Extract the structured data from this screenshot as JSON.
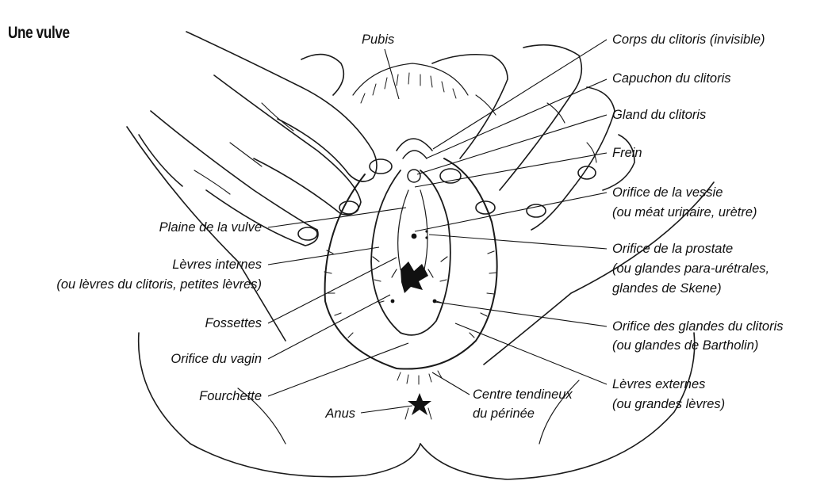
{
  "title": "Une vulve",
  "labels": {
    "pubis": "Pubis",
    "corps_clitoris": "Corps du clitoris (invisible)",
    "capuchon": "Capuchon du clitoris",
    "gland": "Gland du clitoris",
    "frein": "Frein",
    "vessie_1": "Orifice de la vessie",
    "vessie_2": "(ou méat urinaire, urètre)",
    "prostate_1": "Orifice de la prostate",
    "prostate_2": "(ou glandes para-urétrales,",
    "prostate_3": "glandes de Skene)",
    "glandes_1": "Orifice des glandes du clitoris",
    "glandes_2": "(ou glandes de Bartholin)",
    "externes_1": "Lèvres externes",
    "externes_2": "(ou grandes lèvres)",
    "plaine": "Plaine de la vulve",
    "internes_1": "Lèvres internes",
    "internes_2": "(ou lèvres du clitoris, petites lèvres)",
    "fossettes": "Fossettes",
    "vagin": "Orifice du vagin",
    "fourchette": "Fourchette",
    "anus": "Anus",
    "centre_1": "Centre tendineux",
    "centre_2": "du périnée"
  }
}
